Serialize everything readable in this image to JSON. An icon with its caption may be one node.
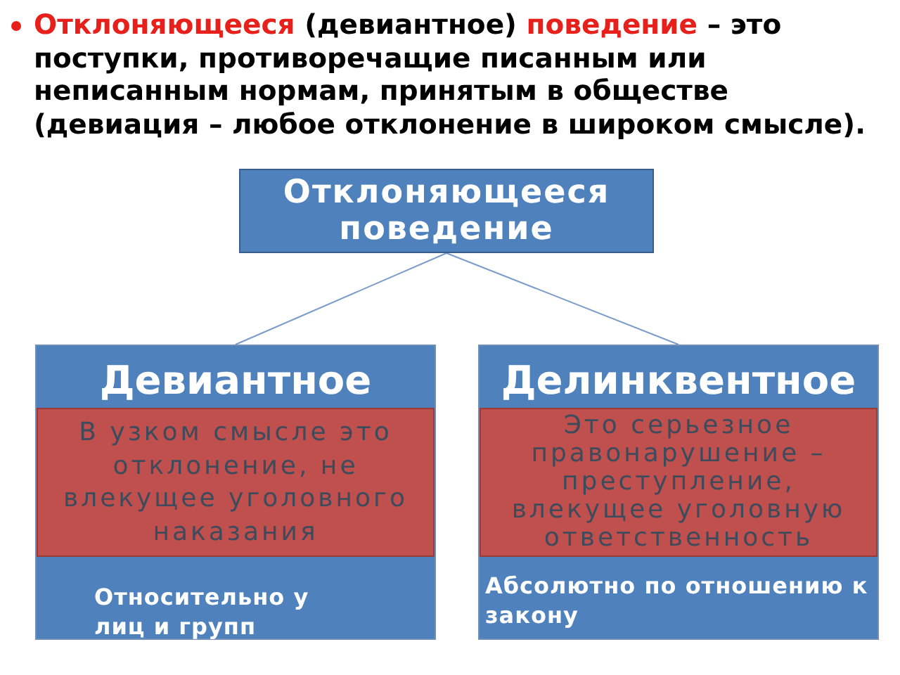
{
  "diagram": {
    "nodes": [
      {
        "text": [
          "Отклоняющееся поведение"
        ]
      },
      {
        "text": [
          "Девиантное",
          "Относительно у лиц и групп"
        ]
      },
      {
        "text": [
          "В узком смысле это отклонение, не влекущее уголовного наказания"
        ],
        "in": 1
      },
      {
        "text": [
          "Делинквентное",
          "Абсолютно по отношению к закону"
        ]
      },
      {
        "text": [
          "Это серьезное правонарушение – преступление, влекущее уголовную ответственность"
        ],
        "in": 3
      }
    ],
    "edges": [
      {
        "from": 0,
        "to": 1,
        "arrow": "none"
      },
      {
        "from": 0,
        "to": 3,
        "arrow": "none"
      }
    ],
    "labels": [
      "**Отклоняющееся** (девиантное) **поведение** – это поступки, противоречащие писанным или неписанным нормам, принятым в обществе (девиация – любое отклонение в широком смысле)."
    ]
  }
}
